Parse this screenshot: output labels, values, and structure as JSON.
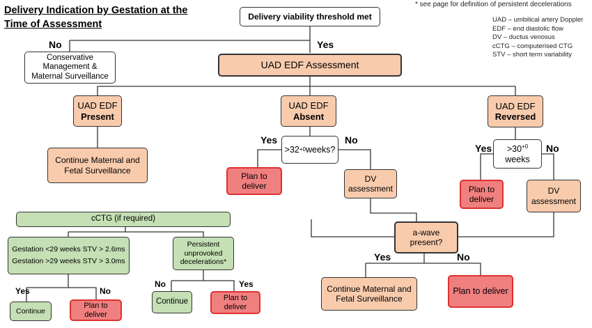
{
  "title": [
    "Delivery Indication by Gestation at the",
    "Time of Assessment"
  ],
  "footnote": "* see page    for definition of persistent decelerations",
  "abbreviations": [
    "UAD – umbilical artery Doppler",
    "EDF – end diastolic flow",
    "DV – ductus venosus",
    "cCTG – computerised CTG",
    "STV – short term variability"
  ],
  "nodes": {
    "threshold": "Delivery viability threshold met",
    "conservative": [
      "Conservative",
      "Management &",
      "Maternal Surveillance"
    ],
    "uad_assessment": "UAD EDF Assessment",
    "present": [
      "UAD EDF",
      "Present"
    ],
    "absent": [
      "UAD EDF",
      "Absent"
    ],
    "reversed": [
      "UAD EDF",
      "Reversed"
    ],
    "continue_surv_left": [
      "Continue Maternal and",
      "Fetal Surveillance"
    ],
    "weeks32": {
      "prefix": ">32",
      "sup": "+0",
      "suffix": " weeks?"
    },
    "weeks30": {
      "prefix": ">30",
      "sup": "+0",
      "line2": "weeks"
    },
    "plan_deliver_absent": [
      "Plan to",
      "deliver"
    ],
    "dv_absent": [
      "DV",
      "assessment"
    ],
    "plan_deliver_reversed": [
      "Plan to",
      "deliver"
    ],
    "dv_reversed": [
      "DV",
      "assessment"
    ],
    "cctg": "cCTG (if required)",
    "gestation": [
      "Gestation <29 weeks STV > 2.6ms",
      "Gestation >29 weeks STV > 3.0ms"
    ],
    "persistent": [
      "Persistent",
      "unprovoked",
      "decelerations*"
    ],
    "awave": [
      "a-wave",
      "present?"
    ],
    "continue_gest": "Continue",
    "plan_deliver_gest": [
      "Plan to",
      "deliver"
    ],
    "continue_persist": "Continue",
    "plan_deliver_persist": [
      "Plan to",
      "deliver"
    ],
    "continue_surv_awave": [
      "Continue Maternal and",
      "Fetal Surveillance"
    ],
    "plan_deliver_awave": "Plan to deliver"
  },
  "labels": {
    "threshold_no": "No",
    "threshold_yes": "Yes",
    "w32_yes": "Yes",
    "w32_no": "No",
    "w30_yes": "Yes",
    "w30_no": "No",
    "gest_yes": "Yes",
    "gest_no": "No",
    "persist_no": "No",
    "persist_yes": "Yes",
    "awave_yes": "Yes",
    "awave_no": "No"
  },
  "colors": {
    "peach": "#f8cbad",
    "green": "#c5e0b4",
    "red_fill": "#f08080",
    "red_border": "#e03030",
    "line": "#333333"
  }
}
